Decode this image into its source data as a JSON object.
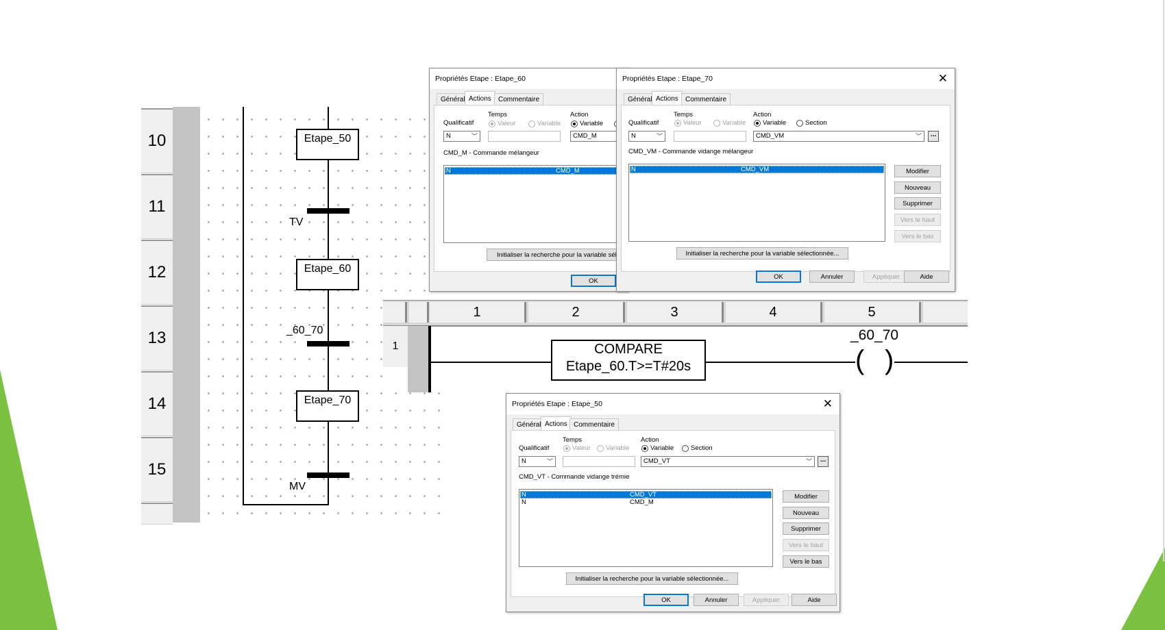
{
  "sfc": {
    "rows": [
      "10",
      "11",
      "12",
      "13",
      "14",
      "15"
    ],
    "steps": [
      "Etape_50",
      "Etape_60",
      "Etape_70"
    ],
    "transitions": [
      "TV",
      "_60_70",
      "MV"
    ]
  },
  "ladder": {
    "columns": [
      "1",
      "2",
      "3",
      "4",
      "5"
    ],
    "row": "1",
    "compare_title": "COMPARE",
    "compare_expr": "Etape_60.T>=T#20s",
    "coil_label": "_60_70"
  },
  "dialogs": {
    "common": {
      "tab_general": "Général",
      "tab_actions": "Actions",
      "tab_comment": "Commentaire",
      "qualifier_label": "Qualificatif",
      "qualifier_value": "N",
      "time_label": "Temps",
      "time_value": "Valeur",
      "time_variable": "Variable",
      "action_label": "Action",
      "action_variable": "Variable",
      "action_section": "Section",
      "dots": "...",
      "btn_modify": "Modifier",
      "btn_new": "Nouveau",
      "btn_delete": "Supprimer",
      "btn_up": "Vers le haut",
      "btn_down": "Vers le bas",
      "btn_ok": "OK",
      "btn_cancel": "Annuler",
      "btn_apply": "Appliquer",
      "btn_help": "Aide",
      "close": "✕"
    },
    "d60": {
      "title": "Propriétés Etape : Etape_60",
      "action_value": "CMD_M",
      "comment": "CMD_M - Commande mélangeur",
      "rows": [
        {
          "q": "N",
          "v": "CMD_M"
        }
      ],
      "search": "Initialiser la recherche pour la variable séle"
    },
    "d70": {
      "title": "Propriétés Etape : Etape_70",
      "action_value": "CMD_VM",
      "comment": "CMD_VM - Commande vidange mélangeur",
      "rows": [
        {
          "q": "N",
          "v": "CMD_VM"
        }
      ],
      "search": "Initialiser la recherche pour la variable sélectionnée..."
    },
    "d50": {
      "title": "Propriétés Etape : Etape_50",
      "action_value": "CMD_VT",
      "comment": "CMD_VT - Commande vidange trémie",
      "rows": [
        {
          "q": "N",
          "v": "CMD_VT"
        },
        {
          "q": "N",
          "v": "CMD_M"
        }
      ],
      "search": "Initialiser la recherche pour la variable sélectionnée..."
    }
  },
  "colors": {
    "accent_green": "#7cc242",
    "selection": "#0078d7"
  }
}
